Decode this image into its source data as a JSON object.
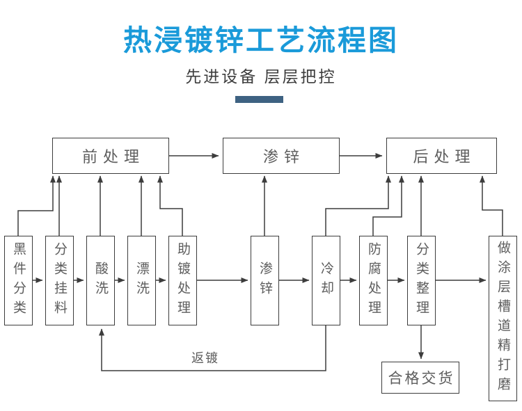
{
  "header": {
    "title": "热浸镀锌工艺流程图",
    "subtitle": "先进设备 层层把控",
    "title_color": "#1a9ad9",
    "divider_color": "#3e6282"
  },
  "flowchart": {
    "line_color": "#3c3c3c",
    "stage_boxes": [
      {
        "label": "前处理"
      },
      {
        "label": "渗锌"
      },
      {
        "label": "后处理"
      }
    ],
    "process_boxes": [
      {
        "label": "黑件分类"
      },
      {
        "label": "分类挂料"
      },
      {
        "label": "酸洗"
      },
      {
        "label": "漂洗"
      },
      {
        "label": "助镀处理"
      },
      {
        "label": "渗锌"
      },
      {
        "label": "冷却"
      },
      {
        "label": "防腐处理"
      },
      {
        "label": "分类整理"
      },
      {
        "label": "做涂层槽道精打磨"
      }
    ],
    "feedback_label": "返镀",
    "delivery_box": {
      "label": "合格交货"
    }
  }
}
